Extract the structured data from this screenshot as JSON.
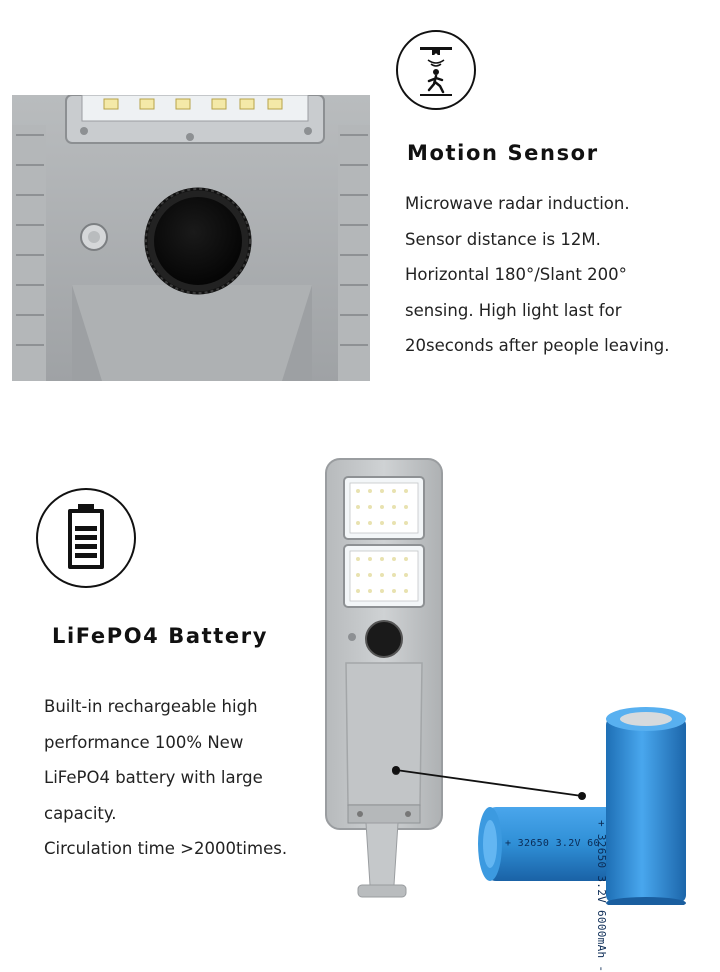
{
  "motion": {
    "icon": "motion-sensor-icon",
    "title": "Motion Sensor",
    "lines": [
      "Microwave radar induction.",
      "Sensor distance is 12M.",
      "Horizontal 180°/Slant 200°",
      "sensing. High light last for",
      "20seconds after people leaving."
    ]
  },
  "battery": {
    "icon": "battery-icon",
    "title": "LiFePO4 Battery",
    "lines": [
      "Built-in rechargeable high",
      "performance 100% New",
      "LiFePO4 battery with large",
      "capacity.",
      "Circulation time >2000times."
    ]
  },
  "cells": {
    "upright_label": "+ 32650  3.2V  6000mAh -",
    "lying_label": "+ 32650  3.2V  60"
  },
  "colors": {
    "housing": "#a8abad",
    "cell_blue": "#2f8fd6",
    "text": "#222222"
  }
}
